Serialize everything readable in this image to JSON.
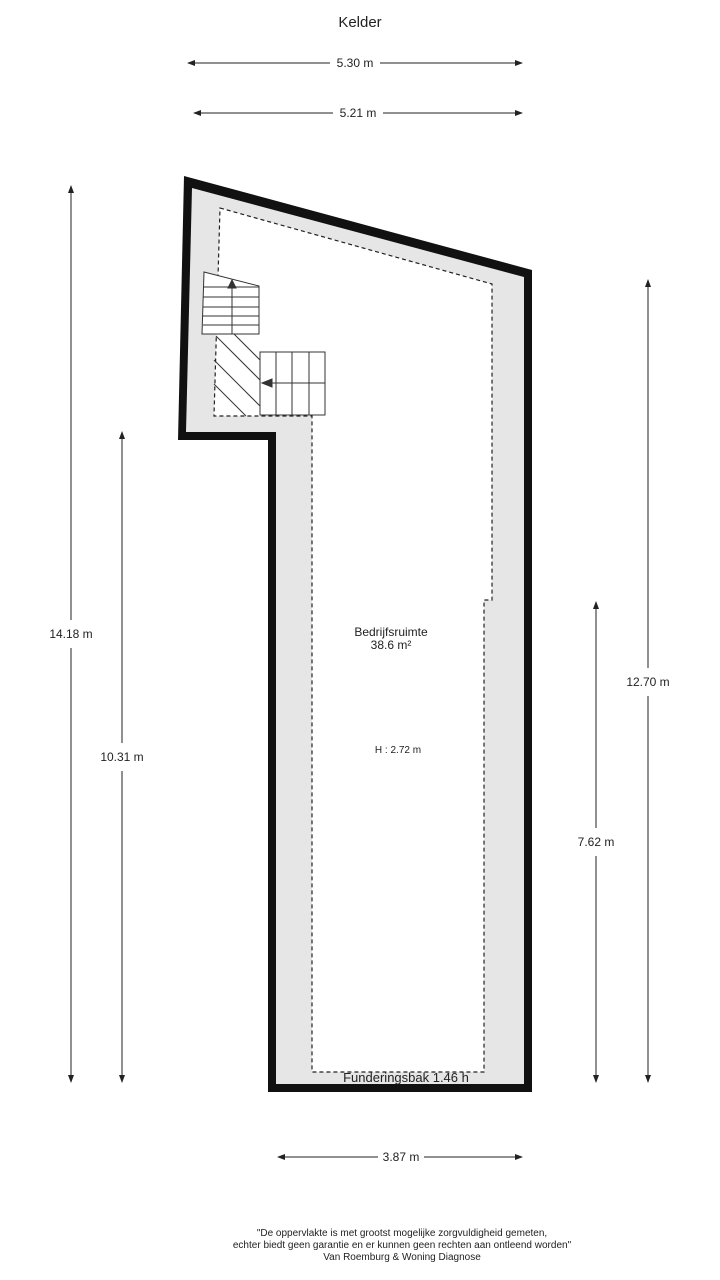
{
  "title": "Kelder",
  "dimensions": {
    "top_outer": "5.30 m",
    "top_inner": "5.21 m",
    "bottom": "3.87 m",
    "left_outer": "14.18 m",
    "left_inner": "10.31 m",
    "right_outer": "12.70 m",
    "right_inner": "7.62 m"
  },
  "room": {
    "name": "Bedrijfsruimte",
    "area": "38.6 m²",
    "height": "H : 2.72 m",
    "foundation_note": "Funderingsbak 1.46 h"
  },
  "disclaimer": {
    "line1": "\"De oppervlakte is met grootst mogelijke zorgvuldigheid gemeten,",
    "line2": "echter biedt geen garantie en er kunnen geen rechten aan ontleend worden\"",
    "line3": "Van Roemburg & Woning Diagnose"
  },
  "colors": {
    "wall": "#111111",
    "wall_zone": "#e6e6e6"
  }
}
